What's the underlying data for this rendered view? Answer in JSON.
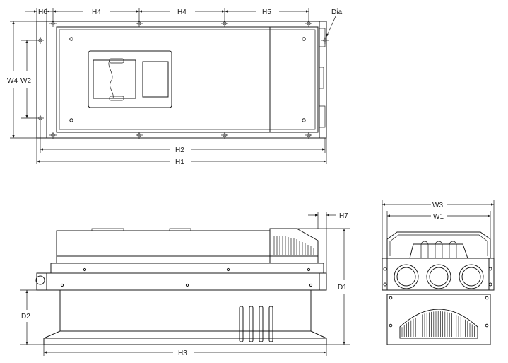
{
  "labels": {
    "h6": "H6",
    "h4_left": "H4",
    "h4_right": "H4",
    "h5": "H5",
    "dia": "Dia.",
    "w4": "W4",
    "w2": "W2",
    "h2": "H2",
    "h1": "H1",
    "h7": "H7",
    "d1": "D1",
    "d2": "D2",
    "h3": "H3",
    "w3": "W3",
    "w1": "W1"
  }
}
